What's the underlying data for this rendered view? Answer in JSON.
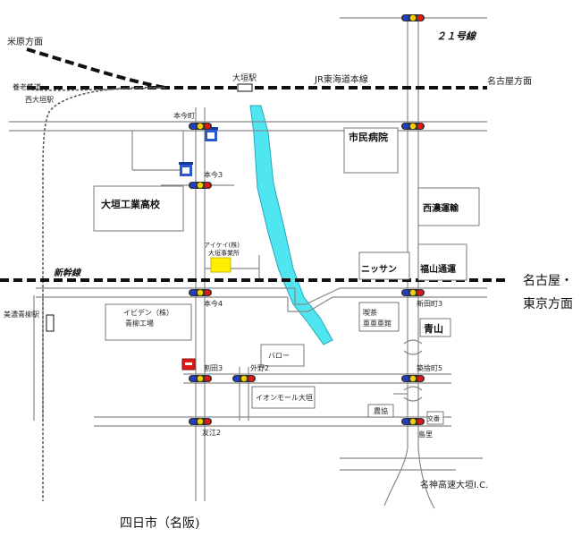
{
  "map": {
    "city_label": "四日市（名阪)",
    "directions": {
      "maibara": "米原方面",
      "nagoya": "名古屋方面",
      "nagoya_tokyo_line1": "名古屋・",
      "nagoya_tokyo_line2": "東京方面",
      "mino_aoyagi": "美濃青柳駅"
    },
    "rail": {
      "tokaido": "JR東海道本線",
      "shinkansen": "新幹線",
      "yoro": "養老鉄道",
      "ogaki_station": "大垣駅",
      "nishi_ogaki": "西大垣駅"
    },
    "roads": {
      "route21": "２１号線",
      "meishin_ic": "名神高速大垣I.C."
    },
    "intersections": {
      "honimachi": "本今町",
      "honima3": "本今3",
      "honima4": "本今4",
      "warita3": "割田3",
      "hokano2": "外野2",
      "tomoe2": "友江2",
      "shindencho3": "新田町3",
      "chikujicho5": "築捨町5",
      "shimazato": "島里"
    },
    "buildings": {
      "hospital": "市民病院",
      "ogaki_tech_hs": "大垣工業高校",
      "seino_unyu": "西濃運輸",
      "nissan": "ニッサン",
      "fukuyama": "福山通運",
      "aiki_company": "アイケイ(株)",
      "aiki_office": "大垣事業所",
      "ibiden_company": "イビデン（株）",
      "ibiden_plant": "青柳工場",
      "cafe_line1": "喫茶",
      "cafe_line2": "亜亜亜館",
      "aoyama": "青山",
      "barrow": "バロー",
      "aeon": "イオンモール大垣",
      "nokyo": "農協",
      "police_box": "交番"
    },
    "icon_names": [
      "school-icon",
      "traffic-signal-icon",
      "shop-logo-icon"
    ],
    "colors": {
      "river": "#4fe6f2",
      "target_office": "#ffee00",
      "signal_blue": "#1c3fd0",
      "signal_yellow": "#f5d000",
      "signal_red": "#e01818"
    }
  }
}
